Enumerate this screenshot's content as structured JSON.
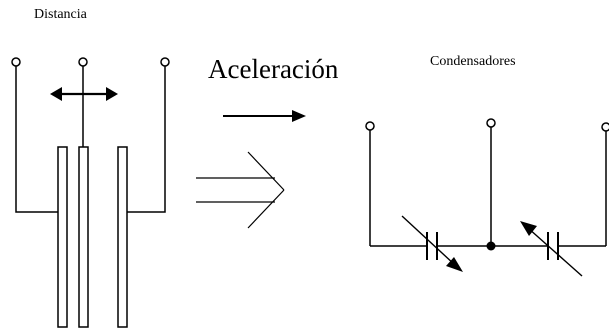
{
  "labels": {
    "distance": "Distancia",
    "acceleration": "Aceleración",
    "capacitors": "Condensadores"
  },
  "colors": {
    "line": "#000000",
    "background": "#ffffff"
  }
}
